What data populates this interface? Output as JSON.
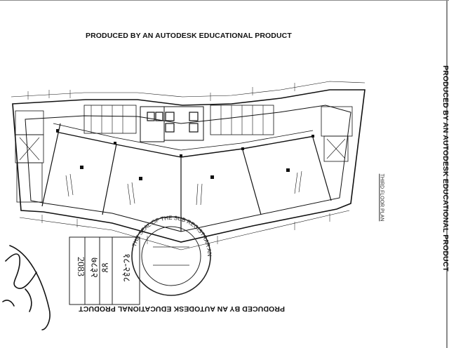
{
  "watermark": {
    "top": "PRODUCED BY AN AUTODESK EDUCATIONAL PRODUCT",
    "right": "PRODUCED BY AN AUTODESK EDUCATIONAL PRODUCT",
    "bottom": "PRODUCED BY AN AUTODESK EDUCATIONAL PRODUCT"
  },
  "drawing": {
    "title": "THIRD FLOOR PLAN",
    "seal_text": "THE SEAL OF THE SUB REGISTRAR ANDHERI"
  },
  "stamp": {
    "line1": "2083",
    "line2": "७८३२",
    "line3": "४४",
    "line4": "१८-२३८"
  }
}
